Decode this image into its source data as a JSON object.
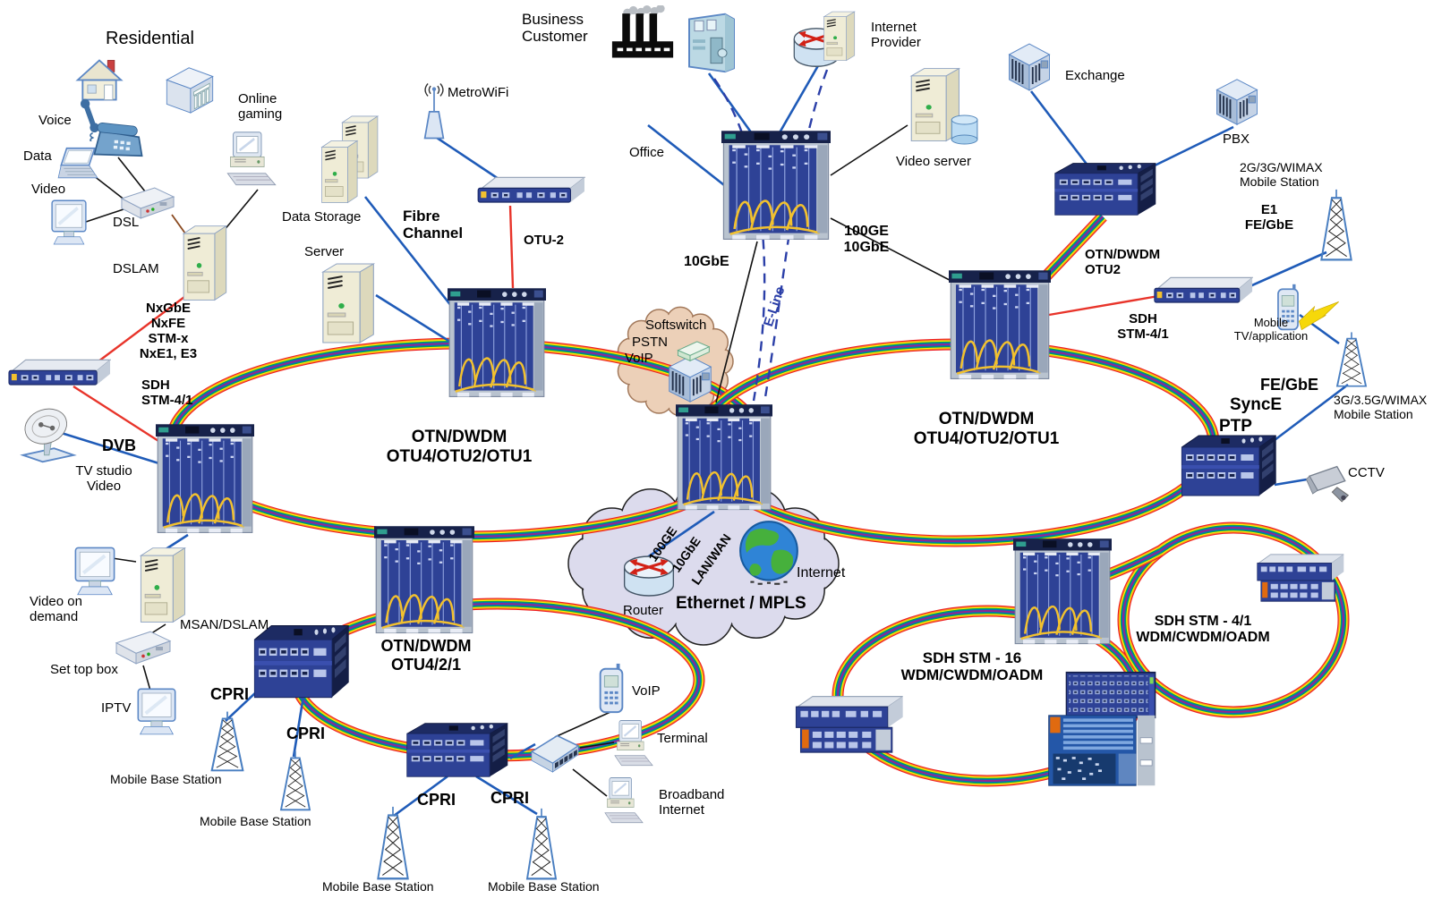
{
  "colors": {
    "rainbow": [
      "#ed1c24",
      "#f7941d",
      "#fff200",
      "#00a651",
      "#0072bc",
      "#92278f"
    ],
    "link_blue": "#1f5bb8",
    "link_red": "#e8342a",
    "link_black": "#111111",
    "link_brown": "#8a4a20",
    "eline_dash": "#2b3fa8",
    "softswitch_cloud_fill": "#ecd0b8",
    "ethernet_cloud_fill": "#dcdbed"
  },
  "rings": {
    "metro_left": {
      "label": "OTN/DWDM\nOTU4/OTU2/OTU1"
    },
    "metro_right": {
      "label": "OTN/DWDM\nOTU4/OTU2/OTU1"
    },
    "access_otn": {
      "label": "OTN/DWDM\nOTU4/2/1"
    },
    "stm16": {
      "label": "SDH STM - 16\nWDM/CWDM/OADM"
    },
    "stm41": {
      "label": "SDH STM - 4/1\nWDM/CWDM/OADM"
    }
  },
  "nodes": {
    "residential": "Residential",
    "voice": "Voice",
    "data": "Data",
    "video": "Video",
    "dsl": "DSL",
    "online_gaming": "Online\ngaming",
    "dslam": "DSLAM",
    "tv_studio": "TV studio\nVideo",
    "video_on_demand": "Video on\ndemand",
    "msan_dslam": "MSAN/DSLAM",
    "set_top_box": "Set top box",
    "iptv": "IPTV",
    "data_storage": "Data Storage",
    "server": "Server",
    "metrowifi": "MetroWiFi",
    "business_customer": "Business\nCustomer",
    "internet_provider": "Internet\nProvider",
    "office": "Office",
    "video_server": "Video server",
    "exchange": "Exchange",
    "pbx": "PBX",
    "mobile_station_2g": "2G/3G/WIMAX\nMobile Station",
    "otn_dwdm_otu2": "OTN/DWDM\nOTU2",
    "mobile_tv": "Mobile\nTV/application",
    "mobile_station_3g": "3G/3.5G/WIMAX\nMobile Station",
    "cctv": "CCTV",
    "softswitch": "Softswitch",
    "pstn": "PSTN",
    "voip": "VoIP",
    "router": "Router",
    "internet": "Internet",
    "ethernet_mpls": "Ethernet / MPLS",
    "voip_phone": "VoIP",
    "terminal": "Terminal",
    "broadband_internet": "Broadband\nInternet",
    "mobile_base_station": "Mobile Base Station"
  },
  "links": {
    "nx": "NxGbE\nNxFE\nSTM-x\nNxE1, E3",
    "sdh_stm41_left": "SDH\nSTM-4/1",
    "sdh_stm41_right": "SDH\nSTM-4/1",
    "dvb": "DVB",
    "otu2": "OTU-2",
    "fibre_channel": "Fibre\nChannel",
    "ge10": "10GbE",
    "ge100_10": "100GE\n10GbE",
    "eline": "E-Line",
    "e1_fegbe": "E1\nFE/GbE",
    "fegbe": "FE/GbE",
    "synce": "SyncE",
    "ptp": "PTP",
    "cpri": "CPRI",
    "lan_100ge": "100GE",
    "lan_10gbe": "10GbE",
    "lan_wan": "LAN/WAN"
  }
}
